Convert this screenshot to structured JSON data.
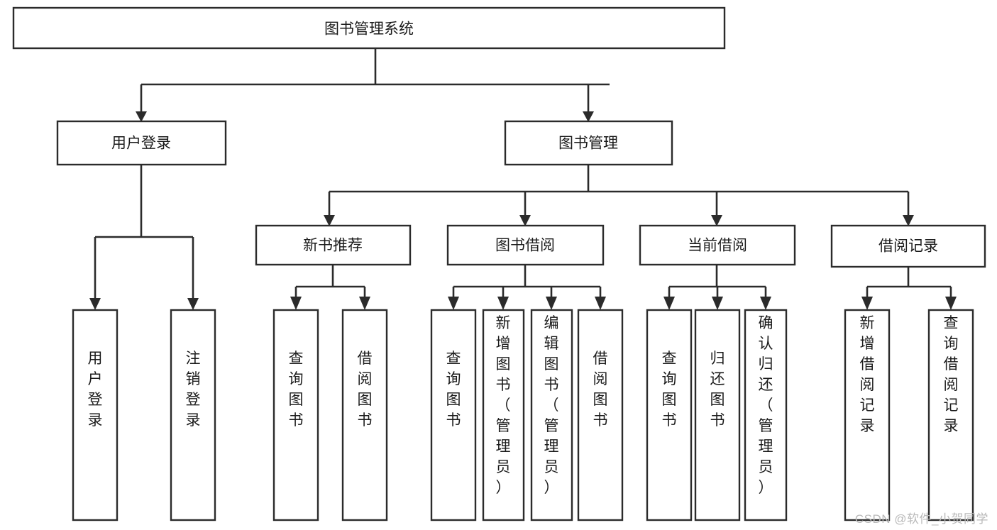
{
  "diagram": {
    "type": "tree-hierarchy",
    "title": "图书管理系统",
    "orientation": "top-down",
    "watermark": "CSDN @软件_小贺同学",
    "colors": {
      "box_stroke": "#2b2b2b",
      "box_fill": "#ffffff",
      "connector": "#2b2b2b",
      "text": "#1b1b1b",
      "watermark": "#b9b9b9",
      "background": "#ffffff"
    },
    "nodes": {
      "root": {
        "label": "图书管理系统"
      },
      "level1": [
        {
          "id": "user-login",
          "label": "用户登录"
        },
        {
          "id": "book-manage",
          "label": "图书管理"
        }
      ],
      "level2": [
        {
          "id": "new-book-recommend",
          "label": "新书推荐",
          "parent": "book-manage"
        },
        {
          "id": "book-borrow",
          "label": "图书借阅",
          "parent": "book-manage"
        },
        {
          "id": "current-borrow",
          "label": "当前借阅",
          "parent": "book-manage"
        },
        {
          "id": "borrow-record",
          "label": "借阅记录",
          "parent": "book-manage"
        }
      ],
      "leaves": [
        {
          "id": "leaf-user-login",
          "label": "用户登录",
          "parent": "user-login"
        },
        {
          "id": "leaf-logout-login",
          "label": "注销登录",
          "parent": "user-login"
        },
        {
          "id": "leaf-query-book-1",
          "label": "查询图书",
          "parent": "new-book-recommend"
        },
        {
          "id": "leaf-borrow-book-1",
          "label": "借阅图书",
          "parent": "new-book-recommend"
        },
        {
          "id": "leaf-query-book-2",
          "label": "查询图书",
          "parent": "book-borrow"
        },
        {
          "id": "leaf-add-book",
          "label": "新增图书（管理员）",
          "parent": "book-borrow"
        },
        {
          "id": "leaf-edit-book",
          "label": "编辑图书（管理员）",
          "parent": "book-borrow"
        },
        {
          "id": "leaf-borrow-book-2",
          "label": "借阅图书",
          "parent": "book-borrow"
        },
        {
          "id": "leaf-query-book-3",
          "label": "查询图书",
          "parent": "current-borrow"
        },
        {
          "id": "leaf-return-book",
          "label": "归还图书",
          "parent": "current-borrow"
        },
        {
          "id": "leaf-confirm-return",
          "label": "确认归还（管理员）",
          "parent": "current-borrow"
        },
        {
          "id": "leaf-add-record",
          "label": "新增借阅记录",
          "parent": "borrow-record"
        },
        {
          "id": "leaf-query-record",
          "label": "查询借阅记录",
          "parent": "borrow-record"
        }
      ]
    }
  }
}
